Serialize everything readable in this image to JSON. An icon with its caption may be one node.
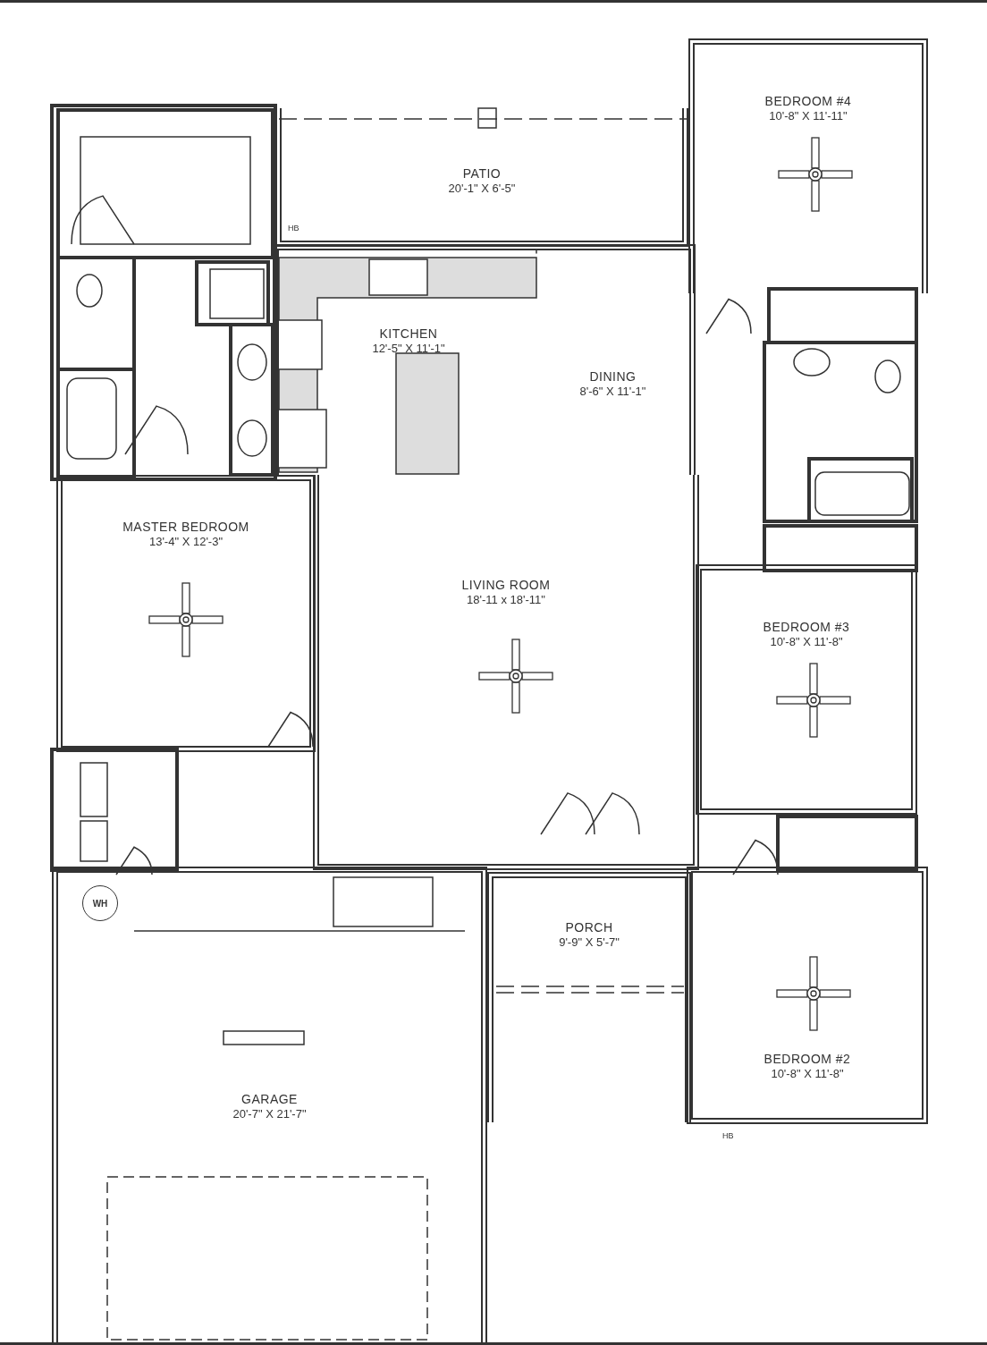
{
  "diagram": {
    "nodes": [
      {
        "text": [
          "BEDROOM #4",
          "10'-8\" X 11'-11\""
        ]
      },
      {
        "text": [
          "PATIO",
          "20'-1\" X 6'-5\""
        ]
      },
      {
        "text": [
          "KITCHEN",
          "12'-5\" X 11'-1\""
        ]
      },
      {
        "text": [
          "DINING",
          "8'-6\" X 11'-1\""
        ]
      },
      {
        "text": [
          "MASTER BEDROOM",
          "13'-4\" X 12'-3\""
        ]
      },
      {
        "text": [
          "LIVING ROOM",
          "18'-11 x 18'-11\""
        ]
      },
      {
        "text": [
          "BEDROOM #3",
          "10'-8\" X 11'-8\""
        ]
      },
      {
        "text": [
          "GARAGE",
          "20'-7\" X 21'-7\""
        ]
      },
      {
        "text": [
          "WH"
        ],
        "in": 7
      },
      {
        "text": [
          "PORCH",
          "9'-9\" X 5'-7\""
        ]
      },
      {
        "text": [
          "BEDROOM #2",
          "10'-8\" X 11'-8\""
        ]
      }
    ],
    "labels": [
      "HB",
      "HB"
    ]
  }
}
